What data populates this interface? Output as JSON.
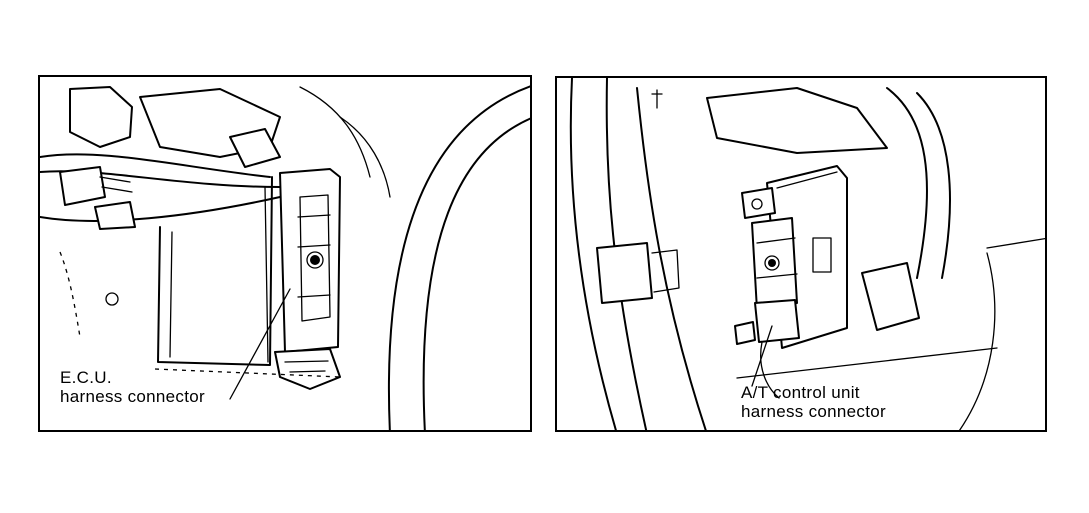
{
  "panels": [
    {
      "callout": {
        "line1": "E.C.U.",
        "line2": "harness connector"
      }
    },
    {
      "callout": {
        "line1": "A/T control unit",
        "line2": "harness connector"
      }
    }
  ],
  "colors": {
    "line": "#000000",
    "background": "#ffffff"
  }
}
